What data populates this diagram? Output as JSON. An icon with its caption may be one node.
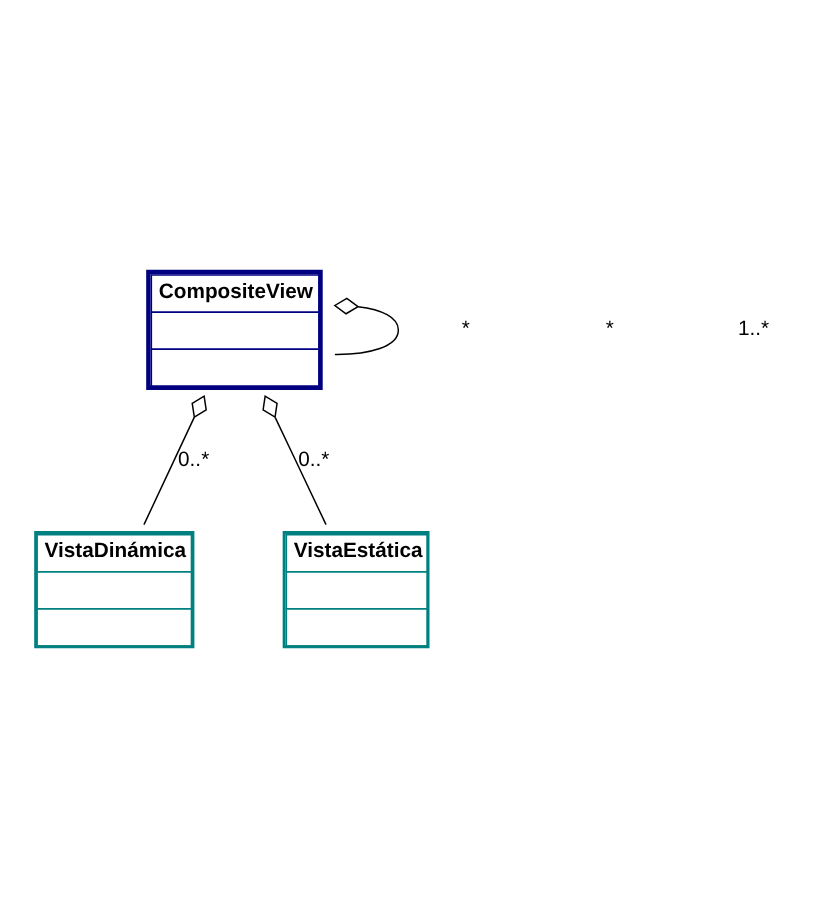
{
  "diagram": {
    "nodes": [
      {
        "text": [
          "CompositeView"
        ]
      },
      {
        "text": [
          "VistaDinámica"
        ]
      },
      {
        "text": [
          "VistaEstática"
        ]
      }
    ],
    "edges": [
      {
        "from": 0,
        "to": 0,
        "arrow": "other"
      },
      {
        "from": 0,
        "to": 1,
        "arrow": "other",
        "label": "0..*"
      },
      {
        "from": 0,
        "to": 2,
        "arrow": "other",
        "label": "0..*"
      }
    ],
    "labels": [
      "*",
      "*",
      "1..*"
    ]
  }
}
